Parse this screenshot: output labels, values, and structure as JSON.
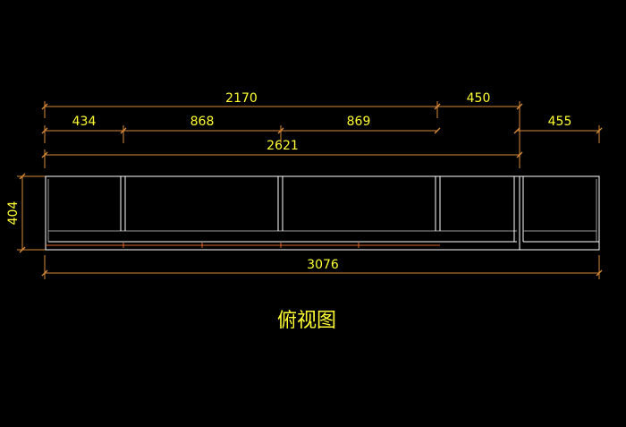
{
  "drawing": {
    "title": "俯视图",
    "colors": {
      "background": "#000000",
      "dimension_line": "#d98a3a",
      "dimension_text": "#ffff33",
      "outline": "#ffffff",
      "inner_line": "#9a9a9a",
      "base_strip": "#e0682a"
    }
  },
  "dimensions": {
    "overall_top": "2170",
    "right_top": "450",
    "seg_1": "434",
    "seg_2": "868",
    "seg_3": "869",
    "seg_right": "455",
    "combined": "2621",
    "height": "404",
    "overall_bottom": "3076"
  }
}
